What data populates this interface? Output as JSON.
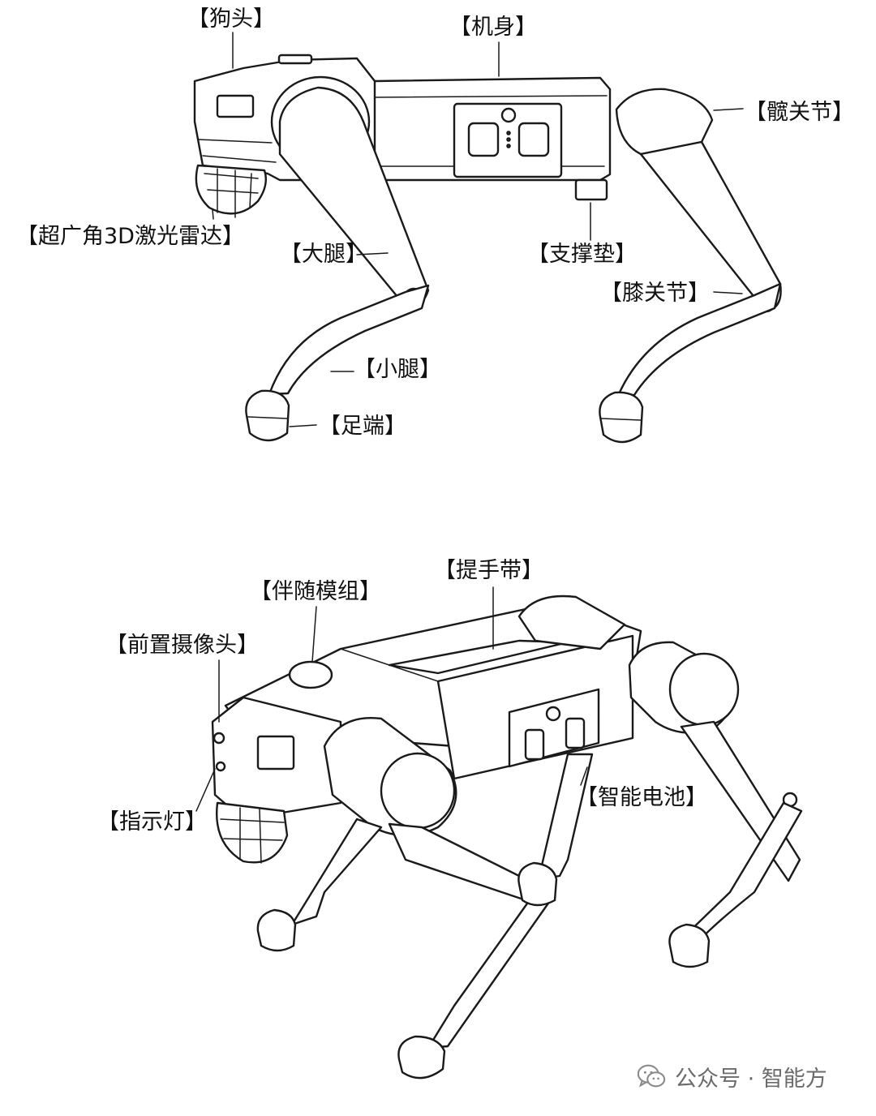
{
  "side_view": {
    "labels": {
      "head": "【狗头】",
      "body": "【机身】",
      "hip_joint": "【髋关节】",
      "lidar": "【超广角3D激光雷达】",
      "thigh": "【大腿】",
      "support_pad": "【支撑垫】",
      "knee_joint": "【膝关节】",
      "calf": "【小腿】",
      "foot": "【足端】"
    }
  },
  "iso_view": {
    "labels": {
      "handle": "【提手带】",
      "follow_module": "【伴随模组】",
      "front_camera": "【前置摄像头】",
      "smart_battery": "【智能电池】",
      "indicator": "【指示灯】"
    }
  },
  "watermark": {
    "text": "公众号 · 智能方",
    "icon": "wechat-icon"
  }
}
